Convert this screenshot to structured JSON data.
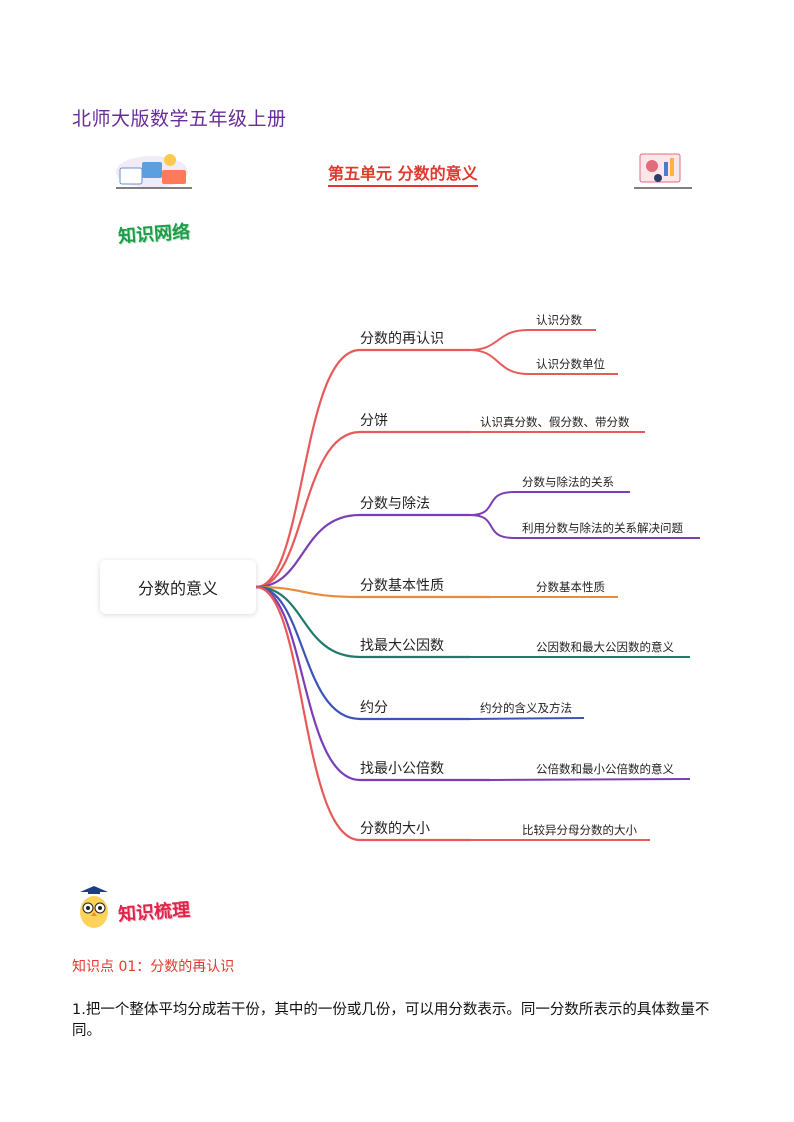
{
  "header": {
    "book_title": "北师大版数学五年级上册",
    "unit_title": "第五单元 分数的意义"
  },
  "sections": {
    "network": "知识网络",
    "summary": "知识梳理"
  },
  "mindmap": {
    "root": "分数的意义",
    "branches": [
      {
        "label": "分数的再认识",
        "color": "#e85a5a",
        "leaves": [
          "认识分数",
          "认识分数单位"
        ]
      },
      {
        "label": "分饼",
        "color": "#e85a5a",
        "leaves": [
          "认识真分数、假分数、带分数"
        ]
      },
      {
        "label": "分数与除法",
        "color": "#7b3fb5",
        "leaves": [
          "分数与除法的关系",
          "利用分数与除法的关系解决问题"
        ]
      },
      {
        "label": "分数基本性质",
        "color": "#ea8a3a",
        "leaves": [
          "分数基本性质"
        ]
      },
      {
        "label": "找最大公因数",
        "color": "#1f7a6c",
        "leaves": [
          "公因数和最大公因数的意义"
        ]
      },
      {
        "label": "约分",
        "color": "#3a55b5",
        "leaves": [
          "约分的含义及方法"
        ]
      },
      {
        "label": "找最小公倍数",
        "color": "#7b3fb5",
        "leaves": [
          "公倍数和最小公倍数的意义"
        ]
      },
      {
        "label": "分数的大小",
        "color": "#e85a5a",
        "leaves": [
          "比较异分母分数的大小"
        ]
      }
    ]
  },
  "knowledge": {
    "heading": "知识点 01：分数的再认识",
    "paragraph": "1.把一个整体平均分成若干份，其中的一份或几份，可以用分数表示。同一分数所表示的具体数量不同。"
  }
}
